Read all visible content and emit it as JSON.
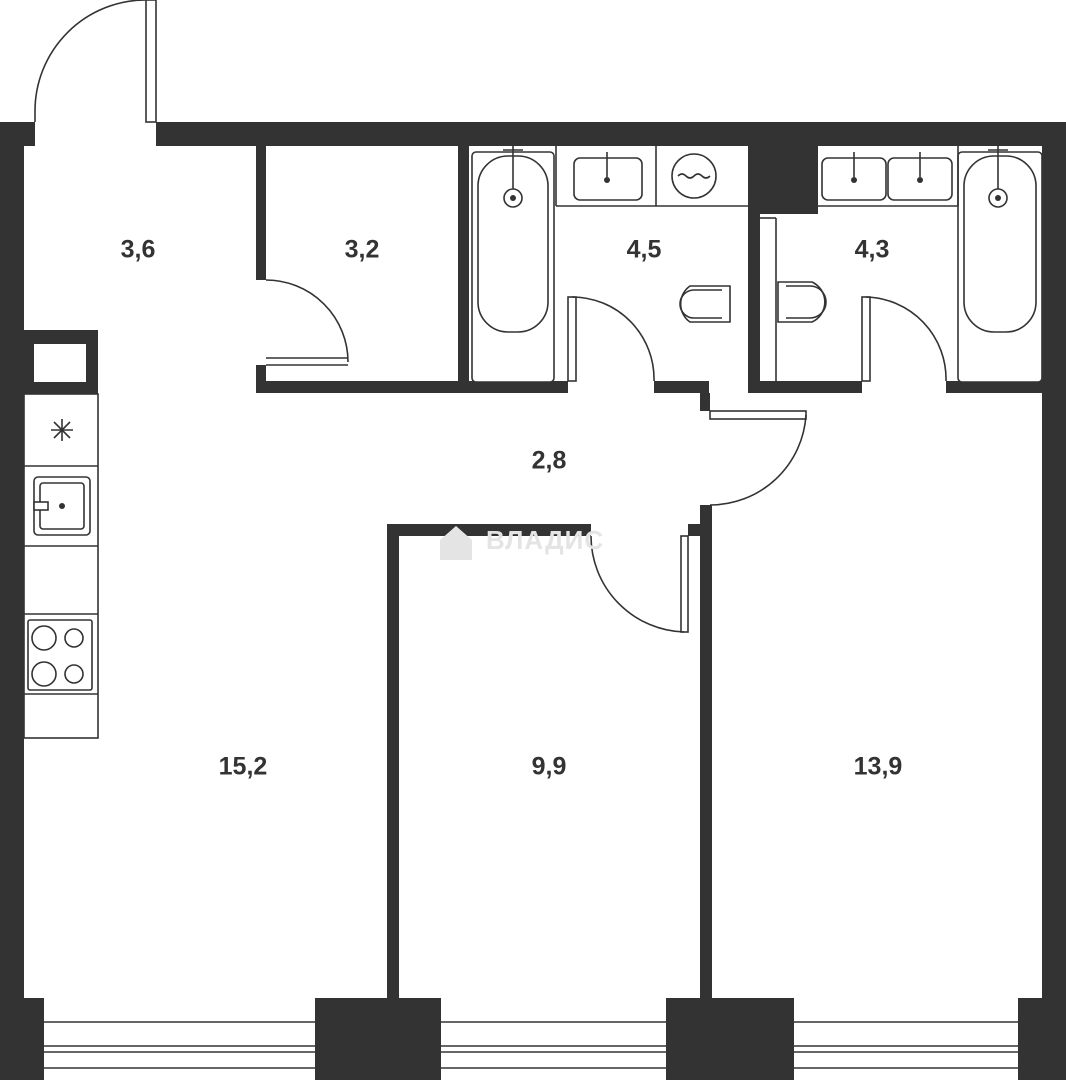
{
  "rooms": [
    {
      "id": "hall",
      "area": "3,6"
    },
    {
      "id": "storage",
      "area": "3,2"
    },
    {
      "id": "bathroom-1",
      "area": "4,5"
    },
    {
      "id": "bathroom-2",
      "area": "4,3"
    },
    {
      "id": "corridor",
      "area": "2,8"
    },
    {
      "id": "kitchen-living",
      "area": "15,2"
    },
    {
      "id": "bedroom-1",
      "area": "9,9"
    },
    {
      "id": "bedroom-2",
      "area": "13,9"
    }
  ],
  "watermark": {
    "text": "ВЛАДИС"
  },
  "colors": {
    "wall": "#333333",
    "background": "#ffffff",
    "watermark": "#e4e4e4"
  }
}
